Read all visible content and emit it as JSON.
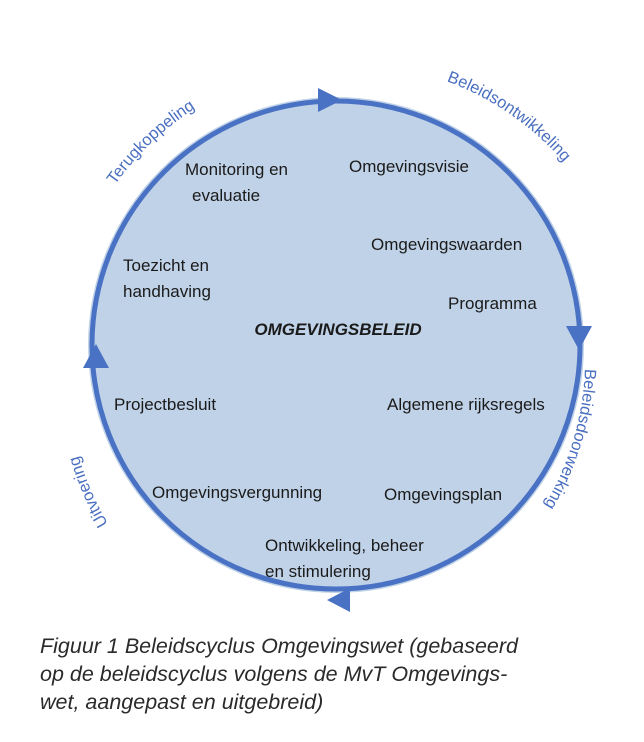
{
  "diagram": {
    "center_label": "OMGEVINGSBELEID",
    "items": [
      {
        "id": "monitoring",
        "lines": [
          "Monitoring en",
          "evaluatie"
        ]
      },
      {
        "id": "omgevingsvisie",
        "lines": [
          "Omgevingsvisie"
        ]
      },
      {
        "id": "omgevingswaarden",
        "lines": [
          "Omgevingswaarden"
        ]
      },
      {
        "id": "programma",
        "lines": [
          "Programma"
        ]
      },
      {
        "id": "toezicht",
        "lines": [
          "Toezicht en",
          "handhaving"
        ]
      },
      {
        "id": "projectbesluit",
        "lines": [
          "Projectbesluit"
        ]
      },
      {
        "id": "algemene-rijksregels",
        "lines": [
          "Algemene rijksregels"
        ]
      },
      {
        "id": "omgevingsvergunning",
        "lines": [
          "Omgevingsvergunning"
        ]
      },
      {
        "id": "omgevingsplan",
        "lines": [
          "Omgevingsplan"
        ]
      },
      {
        "id": "ontwikkeling",
        "lines": [
          "Ontwikkeling, beheer",
          "en stimulering"
        ]
      }
    ],
    "phases": {
      "beleidsontwikkeling": "Beleidsontwikkeling",
      "beleidsdoorwerking": "Beleidsdoorwerking",
      "uitvoering": "Uitvoering",
      "terugkoppeling": "Terugkoppeling"
    },
    "colors": {
      "circle_fill": "#c0d2e7",
      "ring": "#4a72c4",
      "phase_text": "#4a6fc0"
    }
  },
  "caption": {
    "lines": [
      "Figuur 1 Beleidscyclus Omgevingswet (gebaseerd",
      "op de beleidscyclus volgens de MvT Omgevings-",
      "wet, aangepast en uitgebreid)"
    ]
  }
}
